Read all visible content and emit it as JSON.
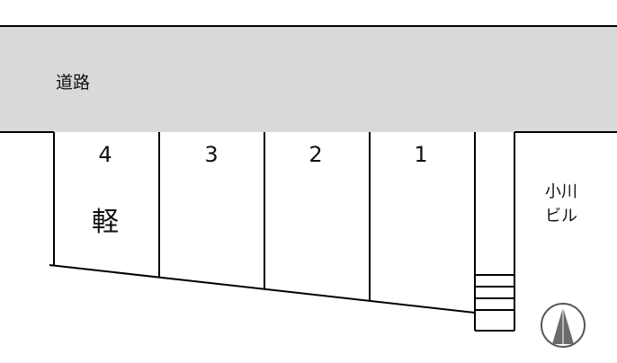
{
  "road": {
    "label": "道路"
  },
  "spaces": [
    {
      "number": "4",
      "note": "軽"
    },
    {
      "number": "3"
    },
    {
      "number": "2"
    },
    {
      "number": "1"
    }
  ],
  "building": {
    "line1": "小川",
    "line2": "ビル"
  },
  "compass": {
    "icon": "north-arrow-icon"
  },
  "colors": {
    "road": "#d9d9d9",
    "line": "#000000",
    "arrow": "#6b6b6b"
  }
}
